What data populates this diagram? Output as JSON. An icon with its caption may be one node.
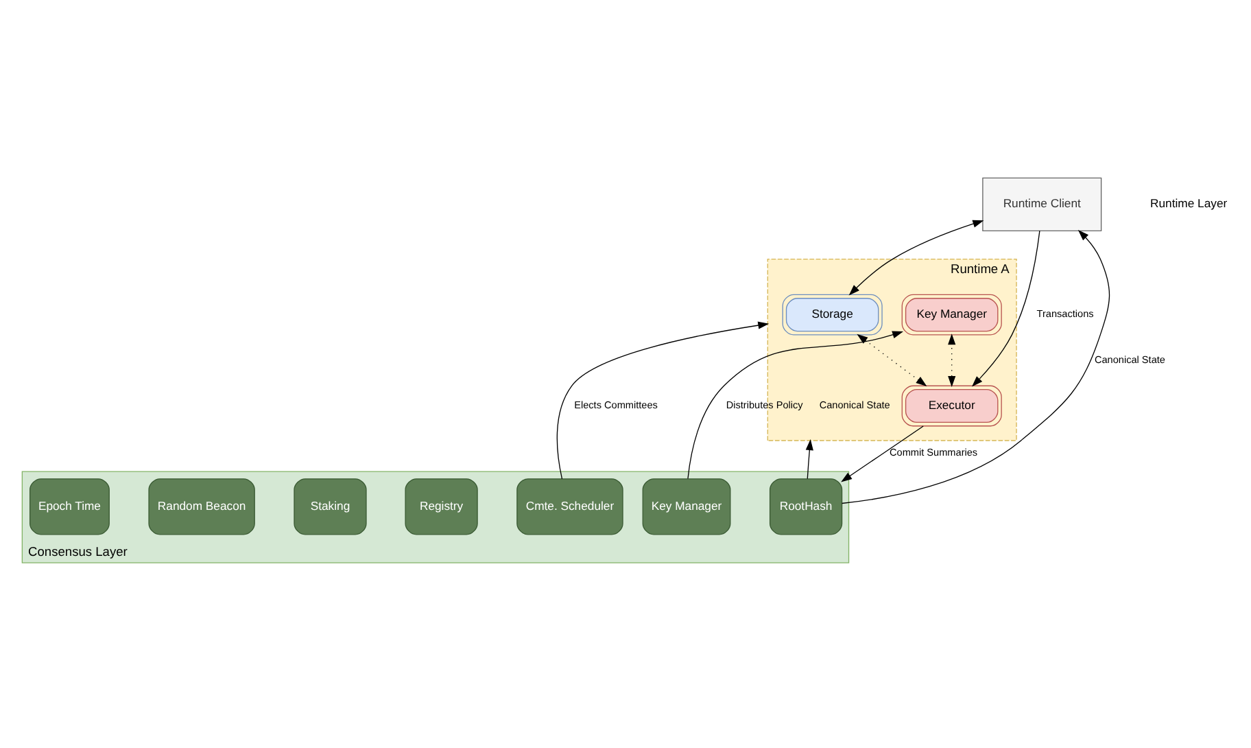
{
  "diagram": {
    "nodes": [
      {
        "text": [
          "Runtime Client"
        ]
      },
      {
        "text": [
          "Runtime A"
        ]
      },
      {
        "text": [
          "Storage"
        ],
        "in": 1
      },
      {
        "text": [
          "Key Manager"
        ],
        "in": 1
      },
      {
        "text": [
          "Executor"
        ],
        "in": 1
      },
      {
        "text": [
          "Consensus Layer"
        ]
      },
      {
        "text": [
          "Epoch Time"
        ],
        "in": 5
      },
      {
        "text": [
          "Random Beacon"
        ],
        "in": 5
      },
      {
        "text": [
          "Staking"
        ],
        "in": 5
      },
      {
        "text": [
          "Registry"
        ],
        "in": 5
      },
      {
        "text": [
          "Cmte. Scheduler"
        ],
        "in": 5
      },
      {
        "text": [
          "RootHash"
        ],
        "in": 5
      },
      {
        "text": [
          "Key Manager"
        ],
        "in": 5
      }
    ],
    "edges": [
      {
        "from": 0,
        "to": 4,
        "arrow": "to",
        "label": "Transactions"
      },
      {
        "from": 0,
        "to": 2,
        "arrow": "both"
      },
      {
        "from": 2,
        "to": 4,
        "arrow": "both",
        "style": "dashed"
      },
      {
        "from": 4,
        "to": 3,
        "arrow": "both",
        "style": "dashed"
      },
      {
        "from": 11,
        "to": 0,
        "arrow": "to",
        "label": "Canonical State"
      },
      {
        "from": 11,
        "to": 1,
        "arrow": "to",
        "label": "Canonical State"
      },
      {
        "from": 12,
        "to": 3,
        "arrow": "to",
        "label": "Distributes Policy"
      },
      {
        "from": 4,
        "to": 11,
        "arrow": "to",
        "label": "Commit Summaries"
      },
      {
        "from": 10,
        "to": 1,
        "arrow": "to",
        "label": "Elects Committees"
      }
    ],
    "labels": [
      "Runtime Layer"
    ]
  }
}
